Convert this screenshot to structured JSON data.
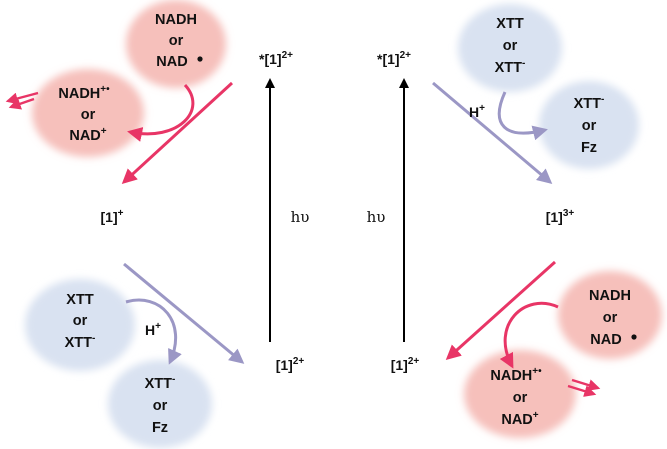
{
  "colors": {
    "pink_ellipse": "#f6c0bb",
    "blue_ellipse": "#d9e2f1",
    "pink_arrow": "#e83566",
    "lavender_arrow": "#9b97c5",
    "black_arrow": "#000000"
  },
  "left_top": {
    "donor": {
      "l1": "NADH",
      "l2": "or",
      "l3": "NAD"
    },
    "product": {
      "l1": "NADH",
      "l1_sup": "+•",
      "l2": "or",
      "l3": "NAD",
      "l3_sup": "+"
    }
  },
  "left_bottom": {
    "donor": {
      "l1": "XTT",
      "l2": "or",
      "l3": "XTT",
      "l3_sup": "-"
    },
    "proton": {
      "text": "H",
      "sup": "+"
    },
    "product": {
      "l1": "XTT",
      "l1_sup": "-",
      "l2": "or",
      "l3": "Fz"
    }
  },
  "right_top": {
    "donor": {
      "l1": "XTT",
      "l2": "or",
      "l3": "XTT",
      "l3_sup": "-"
    },
    "proton": {
      "text": "H",
      "sup": "+"
    },
    "product": {
      "l1": "XTT",
      "l1_sup": "-",
      "l2": "or",
      "l3": "Fz"
    }
  },
  "right_bottom": {
    "donor": {
      "l1": "NADH",
      "l2": "or",
      "l3": "NAD"
    },
    "product": {
      "l1": "NADH",
      "l1_sup": "+•",
      "l2": "or",
      "l3": "NAD",
      "l3_sup": "+"
    }
  },
  "species": {
    "excited_left": {
      "prefix": "*[1]",
      "sup": "2+"
    },
    "excited_right": {
      "prefix": "*[1]",
      "sup": "2+"
    },
    "reduced": {
      "text": "[1]",
      "sup": "+"
    },
    "oxidized": {
      "text": "[1]",
      "sup": "3+"
    },
    "ground_left": {
      "text": "[1]",
      "sup": "2+"
    },
    "ground_right": {
      "text": "[1]",
      "sup": "2+"
    }
  },
  "hv_left": "hυ",
  "hv_right": "hυ"
}
